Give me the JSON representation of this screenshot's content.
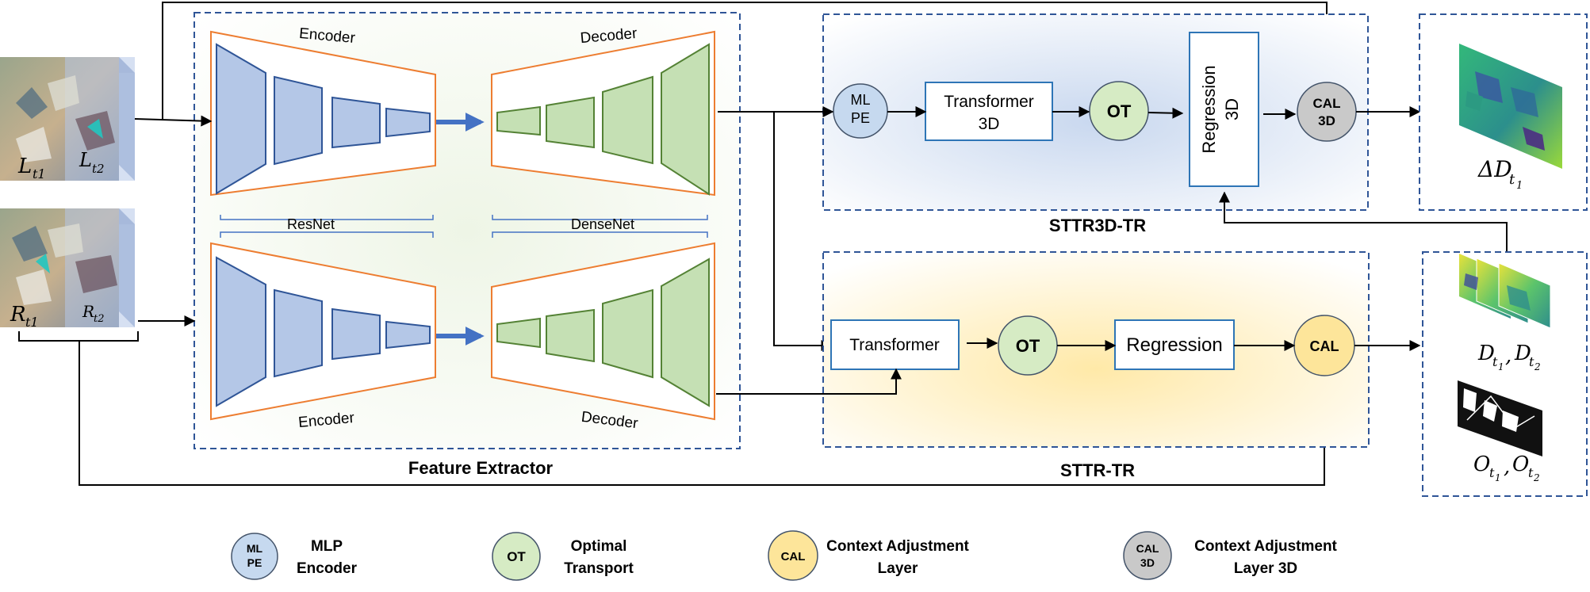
{
  "feature_extractor": {
    "title": "Feature Extractor",
    "encoder_top": "Encoder",
    "decoder_top": "Decoder",
    "encoder_bottom": "Encoder",
    "decoder_bottom": "Decoder",
    "resnet": "ResNet",
    "densenet": "DenseNet"
  },
  "inputs": {
    "left_t1": "L",
    "left_t1_sub": "t1",
    "left_t2": "L",
    "left_t2_sub": "t2",
    "right_t1": "R",
    "right_t1_sub": "t1",
    "right_t2": "R",
    "right_t2_sub": "t2"
  },
  "sttr3d": {
    "title": "STTR3D-TR",
    "mlpe_line1": "ML",
    "mlpe_line2": "PE",
    "transformer_line1": "Transformer",
    "transformer_line2": "3D",
    "ot": "OT",
    "regression_line1": "Regression",
    "regression_line2": "3D",
    "cal_line1": "CAL",
    "cal_line2": "3D"
  },
  "sttr": {
    "title": "STTR-TR",
    "transformer": "Transformer",
    "ot": "OT",
    "regression": "Regression",
    "cal": "CAL"
  },
  "outputs": {
    "delta_d": "ΔD",
    "delta_d_sub": "t",
    "delta_d_subsub": "1",
    "disp_d1": "D",
    "disp_d1_sub": "t",
    "disp_d1_subsub": "1",
    "disp_sep": ",",
    "disp_d2": "D",
    "disp_d2_sub": "t",
    "disp_d2_subsub": "2",
    "occ_o1": "O",
    "occ_o1_sub": "t",
    "occ_o1_subsub": "1",
    "occ_sep": ",",
    "occ_o2": "O",
    "occ_o2_sub": "t",
    "occ_o2_subsub": "2"
  },
  "legend": [
    {
      "badge_line1": "ML",
      "badge_line2": "PE",
      "line1": "MLP",
      "line2": "Encoder",
      "color": "#c6d9ef"
    },
    {
      "badge_line1": "OT",
      "badge_line2": "",
      "line1": "Optimal",
      "line2": "Transport",
      "color": "#d6ebc4"
    },
    {
      "badge_line1": "CAL",
      "badge_line2": "",
      "line1": "Context Adjustment",
      "line2": "Layer",
      "color": "#fde59a"
    },
    {
      "badge_line1": "CAL",
      "badge_line2": "3D",
      "line1": "Context Adjustment",
      "line2": "Layer 3D",
      "color": "#c9c9c9"
    }
  ],
  "colors": {
    "dashed_border": "#2f5597",
    "encoder_fill": "#b4c7e7",
    "encoder_stroke": "#2f5597",
    "decoder_fill": "#c5e0b4",
    "decoder_stroke": "#548235",
    "trapezoid_border": "#ed7d31",
    "box_stroke": "#2e75b6",
    "blue_arrow": "#4472c4",
    "sttr3d_bg": "#dae3f3",
    "sttr_bg": "#fff2cc"
  }
}
